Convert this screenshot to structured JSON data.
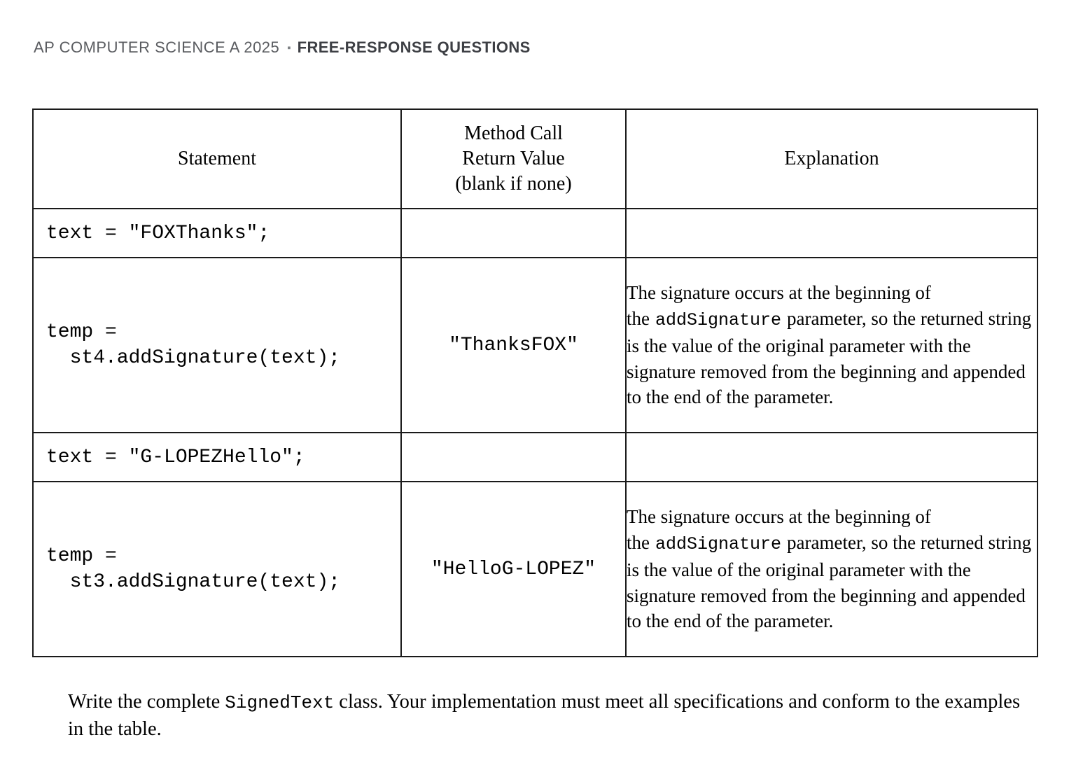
{
  "page_header": {
    "course": "AP COMPUTER SCIENCE A 2025",
    "separator": "▪",
    "section": "FREE-RESPONSE QUESTIONS"
  },
  "table": {
    "headers": {
      "statement": "Statement",
      "return_value": "Method Call\nReturn Value\n(blank if none)",
      "explanation": "Explanation"
    },
    "rows": [
      {
        "statement": "text = \"FOXThanks\";",
        "return_value": "",
        "explanation": {
          "before": "",
          "code": "",
          "after": ""
        }
      },
      {
        "statement": "temp =\n  st4.addSignature(text);",
        "return_value": "\"ThanksFOX\"",
        "explanation": {
          "before": "The signature occurs at the beginning of the",
          "code": "addSignature",
          "after": "parameter, so the returned string is the value of the original parameter with the signature removed from the beginning and appended to the end of the parameter."
        }
      },
      {
        "statement": "text = \"G-LOPEZHello\";",
        "return_value": "",
        "explanation": {
          "before": "",
          "code": "",
          "after": ""
        }
      },
      {
        "statement": "temp =\n  st3.addSignature(text);",
        "return_value": "\"HelloG-LOPEZ\"",
        "explanation": {
          "before": "The signature occurs at the beginning of the",
          "code": "addSignature",
          "after": "parameter, so the returned string is the value of the original parameter with the signature removed from the beginning and appended to the end of the parameter."
        }
      }
    ]
  },
  "footer": {
    "before": "Write the complete",
    "code": "SignedText",
    "after": "class. Your implementation must meet all specifications and conform to the examples in the table."
  },
  "colors": {
    "header_course_text": "#5a5c60",
    "header_section_text": "#3d3f44",
    "body_text": "#000000",
    "table_border": "#1a1a1a",
    "background": "#ffffff"
  }
}
